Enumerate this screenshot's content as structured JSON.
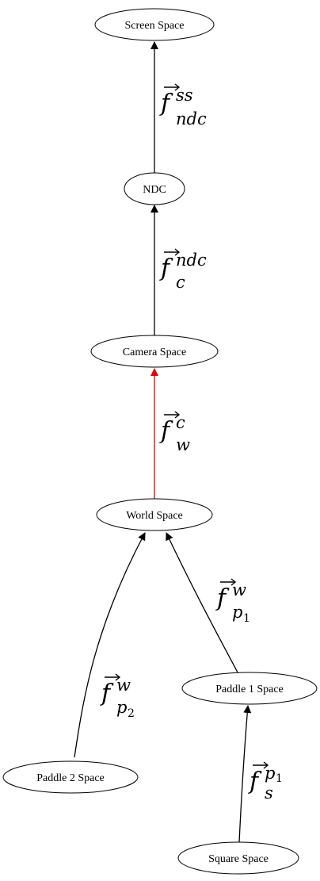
{
  "colors": {
    "default_edge": "#000000",
    "highlight_edge": "#e00000"
  },
  "nodes": {
    "screen_space": "Screen Space",
    "ndc": "NDC",
    "camera_space": "Camera Space",
    "world_space": "World Space",
    "paddle1_space": "Paddle 1 Space",
    "paddle2_space": "Paddle 2 Space",
    "square_space": "Square Space"
  },
  "edges": {
    "ndc_to_screen": {
      "base": "f",
      "sup": "ss",
      "sub": "ndc",
      "subsub": "",
      "color": "#000000"
    },
    "camera_to_ndc": {
      "base": "f",
      "sup": "ndc",
      "sub": "c",
      "subsub": "",
      "color": "#000000"
    },
    "world_to_camera": {
      "base": "f",
      "sup": "c",
      "sub": "w",
      "subsub": "",
      "color": "#e00000"
    },
    "paddle1_to_world": {
      "base": "f",
      "sup": "w",
      "sub": "p",
      "subsub": "1",
      "color": "#000000"
    },
    "paddle2_to_world": {
      "base": "f",
      "sup": "w",
      "sub": "p",
      "subsub": "2",
      "color": "#000000"
    },
    "square_to_paddle1": {
      "base": "f",
      "sup": "p",
      "supsub": "1",
      "sub": "s",
      "subsub": "",
      "color": "#000000"
    }
  }
}
